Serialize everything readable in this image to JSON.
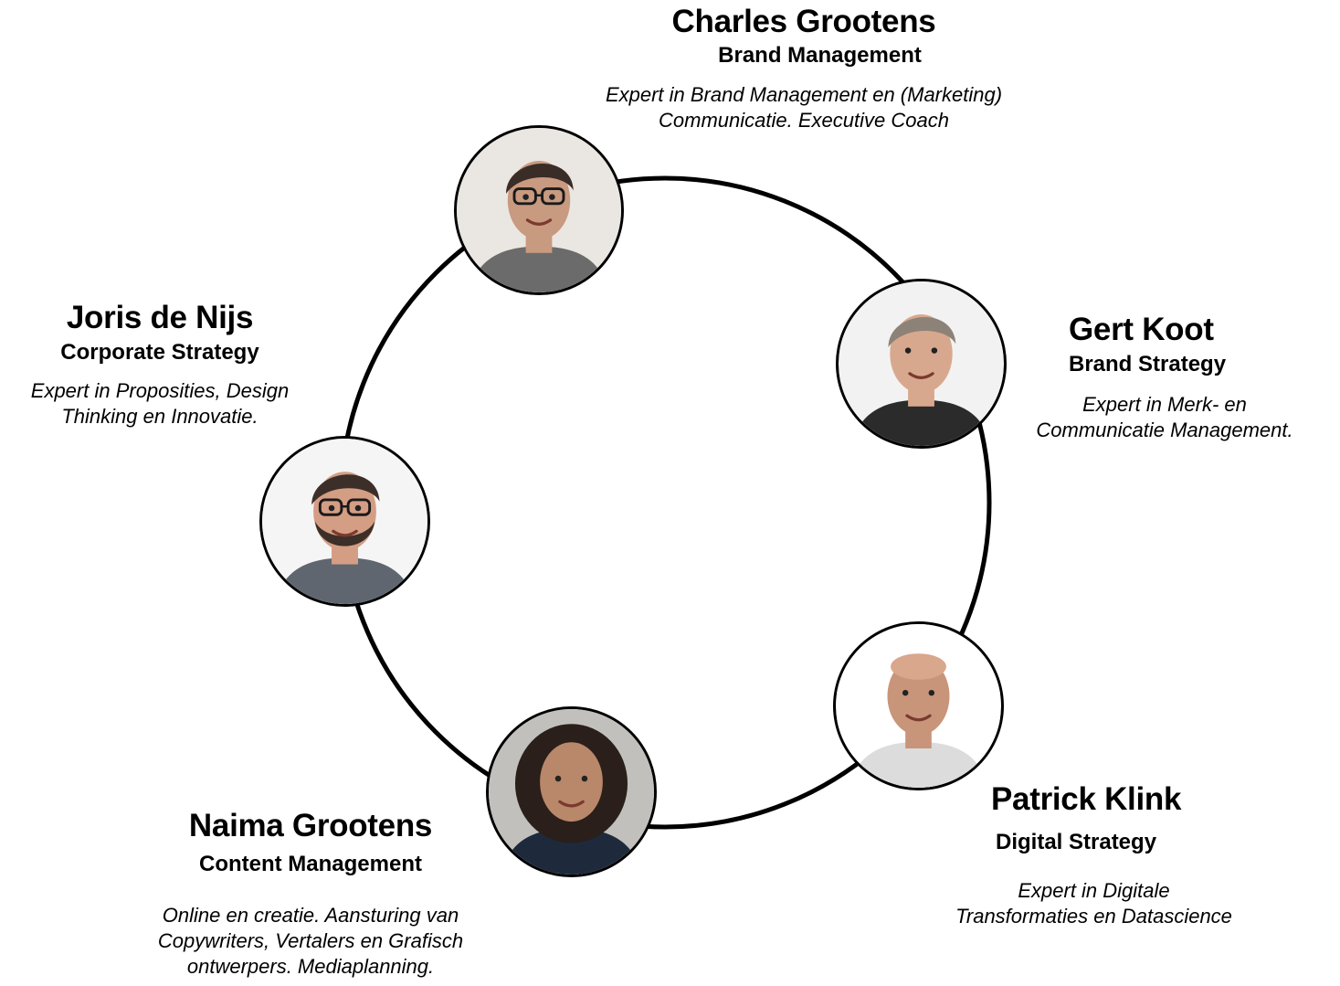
{
  "people": [
    {
      "id": "charles",
      "name": "Charles Grootens",
      "role": "Brand Management",
      "description": [
        "Expert in Brand Management en (Marketing)",
        "Communicatie. Executive Coach"
      ],
      "avatar": {
        "skin": "#c89a80",
        "hair": "#3a2c26",
        "background": "#eae6e2",
        "clothing": "#6b6b6b",
        "glasses": true,
        "beard": false
      }
    },
    {
      "id": "gert",
      "name": "Gert Koot",
      "role": "Brand Strategy",
      "description": [
        "Expert in Merk- en",
        "Communicatie Management."
      ],
      "avatar": {
        "skin": "#d8a88e",
        "hair": "#8c8278",
        "background": "#f2f2f2",
        "clothing": "#2b2b2b",
        "glasses": false,
        "beard": false
      }
    },
    {
      "id": "joris",
      "name": "Joris de Nijs",
      "role": "Corporate Strategy",
      "description": [
        "Expert in Proposities, Design",
        "Thinking en Innovatie."
      ],
      "avatar": {
        "skin": "#d49e84",
        "hair": "#3c2e28",
        "background": "#f5f5f5",
        "clothing": "#5f6670",
        "glasses": true,
        "beard": true
      }
    },
    {
      "id": "patrick",
      "name": "Patrick Klink",
      "role": "Digital Strategy",
      "description": [
        "Expert in Digitale",
        "Transformaties en Datascience"
      ],
      "avatar": {
        "skin": "#c8957a",
        "hair": "#c8957a",
        "background": "#ffffff",
        "clothing": "#dcdcdc",
        "glasses": false,
        "beard": false
      }
    },
    {
      "id": "naima",
      "name": "Naima Grootens",
      "role": "Content Management",
      "description": [
        "Online en creatie. Aansturing van",
        "Copywriters, Vertalers en Grafisch",
        "ontwerpers. Mediaplanning."
      ],
      "avatar": {
        "skin": "#b9876a",
        "hair": "#2a1f1a",
        "background": "#c2c0bc",
        "clothing": "#1e2a3c",
        "glasses": false,
        "beard": false
      }
    }
  ]
}
